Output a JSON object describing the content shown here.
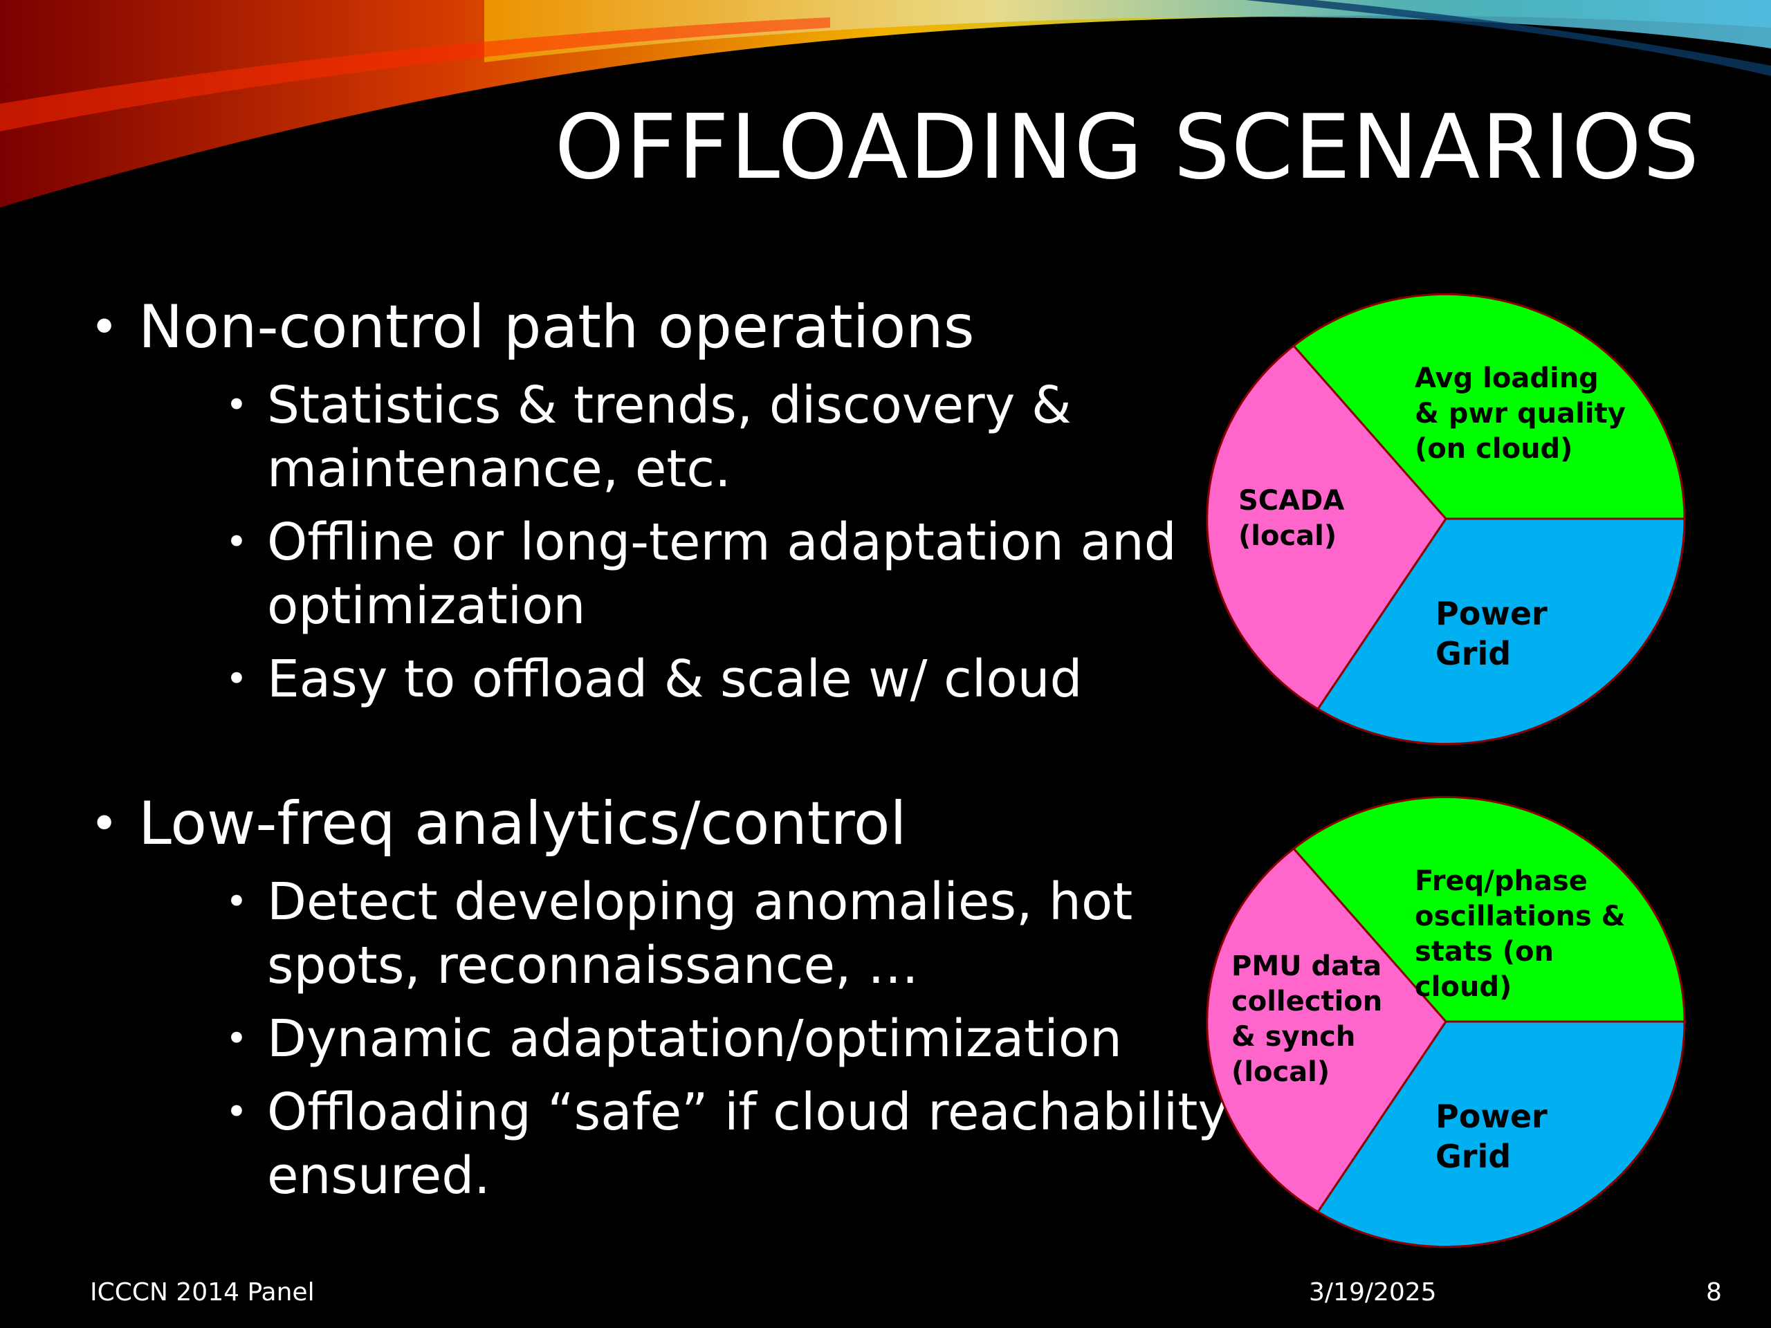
{
  "slide": {
    "title": "OFFLOADING SCENARIOS",
    "bullets": [
      {
        "text": "Non-control path operations",
        "subs": [
          "Statistics & trends, discovery & maintenance, etc.",
          "Offline or long-term adaptation and optimization",
          "Easy to offload & scale w/ cloud"
        ]
      },
      {
        "text": "Low-freq analytics/control",
        "subs": [
          "Detect developing anomalies, hot spots, reconnaissance, …",
          "Dynamic adaptation/optimization",
          "Offloading “safe” if cloud reachability is ensured."
        ]
      }
    ]
  },
  "pies": [
    {
      "labels": {
        "cloud": [
          "Avg loading",
          "& pwr quality",
          "(on cloud)"
        ],
        "local": [
          "SCADA",
          "(local)"
        ],
        "grid": [
          "Power",
          "Grid"
        ]
      }
    },
    {
      "labels": {
        "cloud": [
          "Freq/phase",
          "oscillations &",
          "stats (on",
          "cloud)"
        ],
        "local": [
          "PMU data",
          "collection",
          "& synch",
          "(local)"
        ],
        "grid": [
          "Power",
          "Grid"
        ]
      }
    }
  ],
  "colors": {
    "cloud": "#00ff00",
    "local": "#ff66cc",
    "grid": "#00b0f0",
    "edge": "#8b0000"
  },
  "footer": {
    "left": "ICCCN 2014 Panel",
    "date": "3/19/2025",
    "page": "8"
  }
}
